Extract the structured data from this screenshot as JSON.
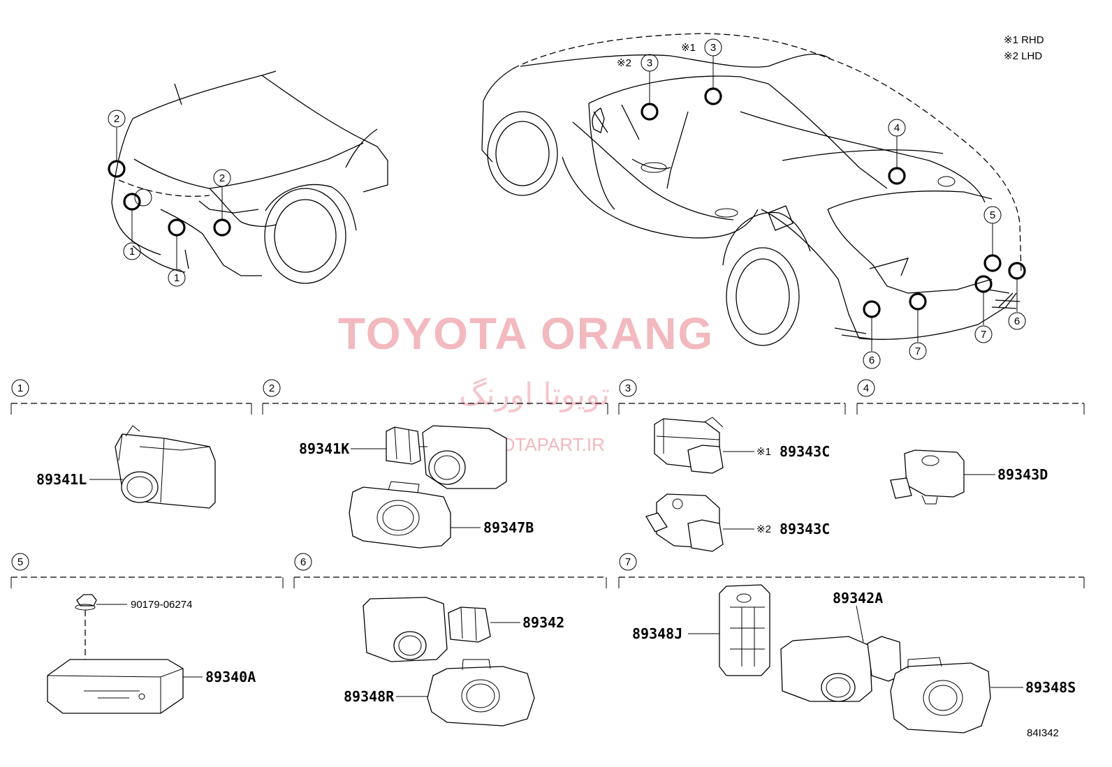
{
  "legend": {
    "rhd": "※1 RHD",
    "lhd": "※2 LHD"
  },
  "watermark": {
    "title": "TOYOTA ORANG",
    "persian": "تویوتا اورنگ",
    "site": "TOYOTAPART.IR"
  },
  "callouts": {
    "c1": "1",
    "c2": "2",
    "c3": "3",
    "c4": "4",
    "c5": "5",
    "c6": "6",
    "c7": "7"
  },
  "variant_marks": {
    "rhd_mark": "※1",
    "lhd_mark": "※2"
  },
  "sections": {
    "s1": {
      "number": "1"
    },
    "s2": {
      "number": "2"
    },
    "s3": {
      "number": "3"
    },
    "s4": {
      "number": "4"
    },
    "s5": {
      "number": "5"
    },
    "s6": {
      "number": "6"
    },
    "s7": {
      "number": "7"
    }
  },
  "parts": {
    "p89341L": "89341L",
    "p89341K": "89341K",
    "p89347B": "89347B",
    "p89343C_rhd": "89343C",
    "p89343C_lhd": "89343C",
    "p89343D": "89343D",
    "p90179": "90179-06274",
    "p89340A": "89340A",
    "p89342": "89342",
    "p89348R": "89348R",
    "p89348J": "89348J",
    "p89342A": "89342A",
    "p89348S": "89348S"
  },
  "diagram_code": "84I342"
}
